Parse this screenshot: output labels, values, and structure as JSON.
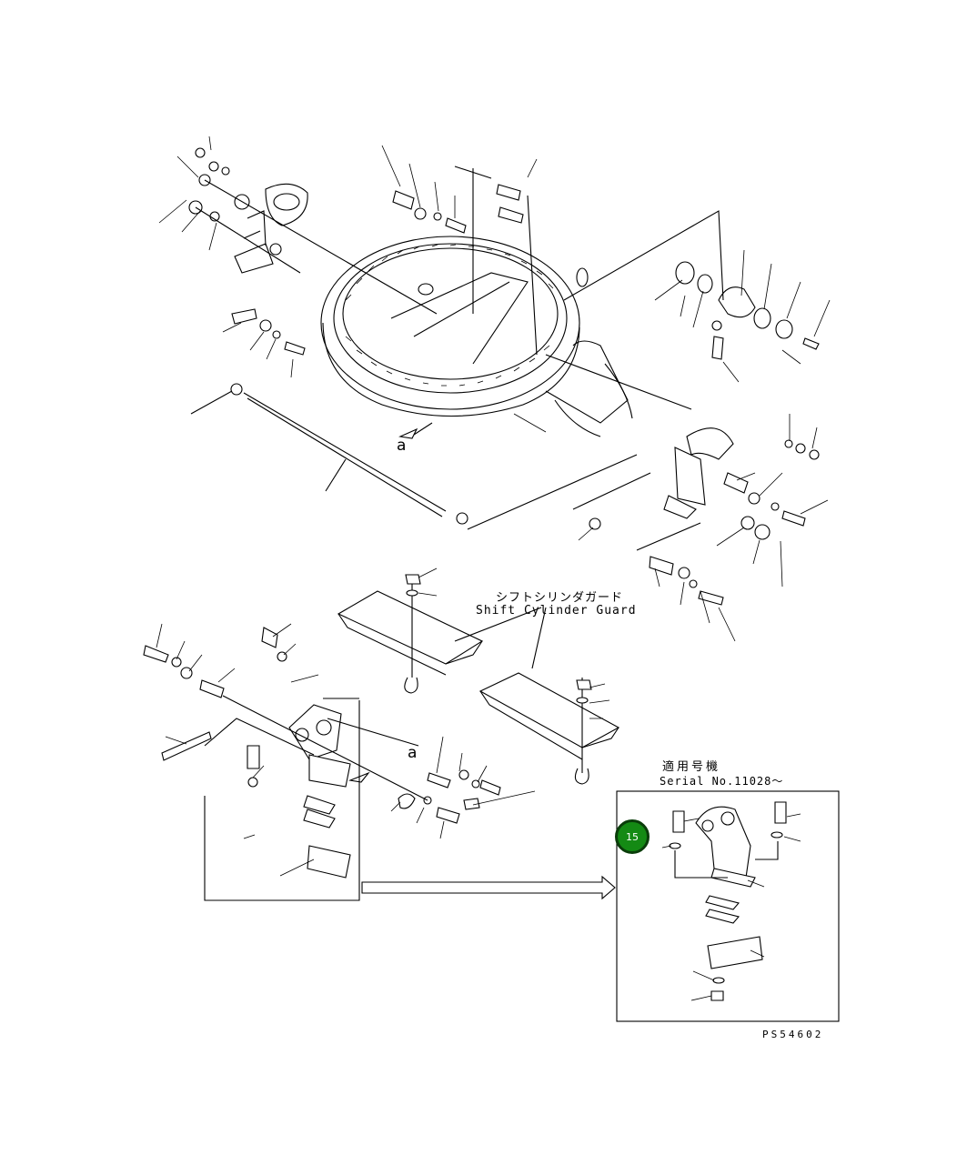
{
  "labels": {
    "guard_jp": "シフトシリンダガード",
    "guard_en": "Shift Cylinder Guard",
    "ref_a_top": "a",
    "ref_a_bottom": "a",
    "serial_jp": "適用号機",
    "serial_en": "Serial No.11028～",
    "drawing_code": "PS54602"
  },
  "callout": {
    "number": "15",
    "color": "#148a14"
  }
}
